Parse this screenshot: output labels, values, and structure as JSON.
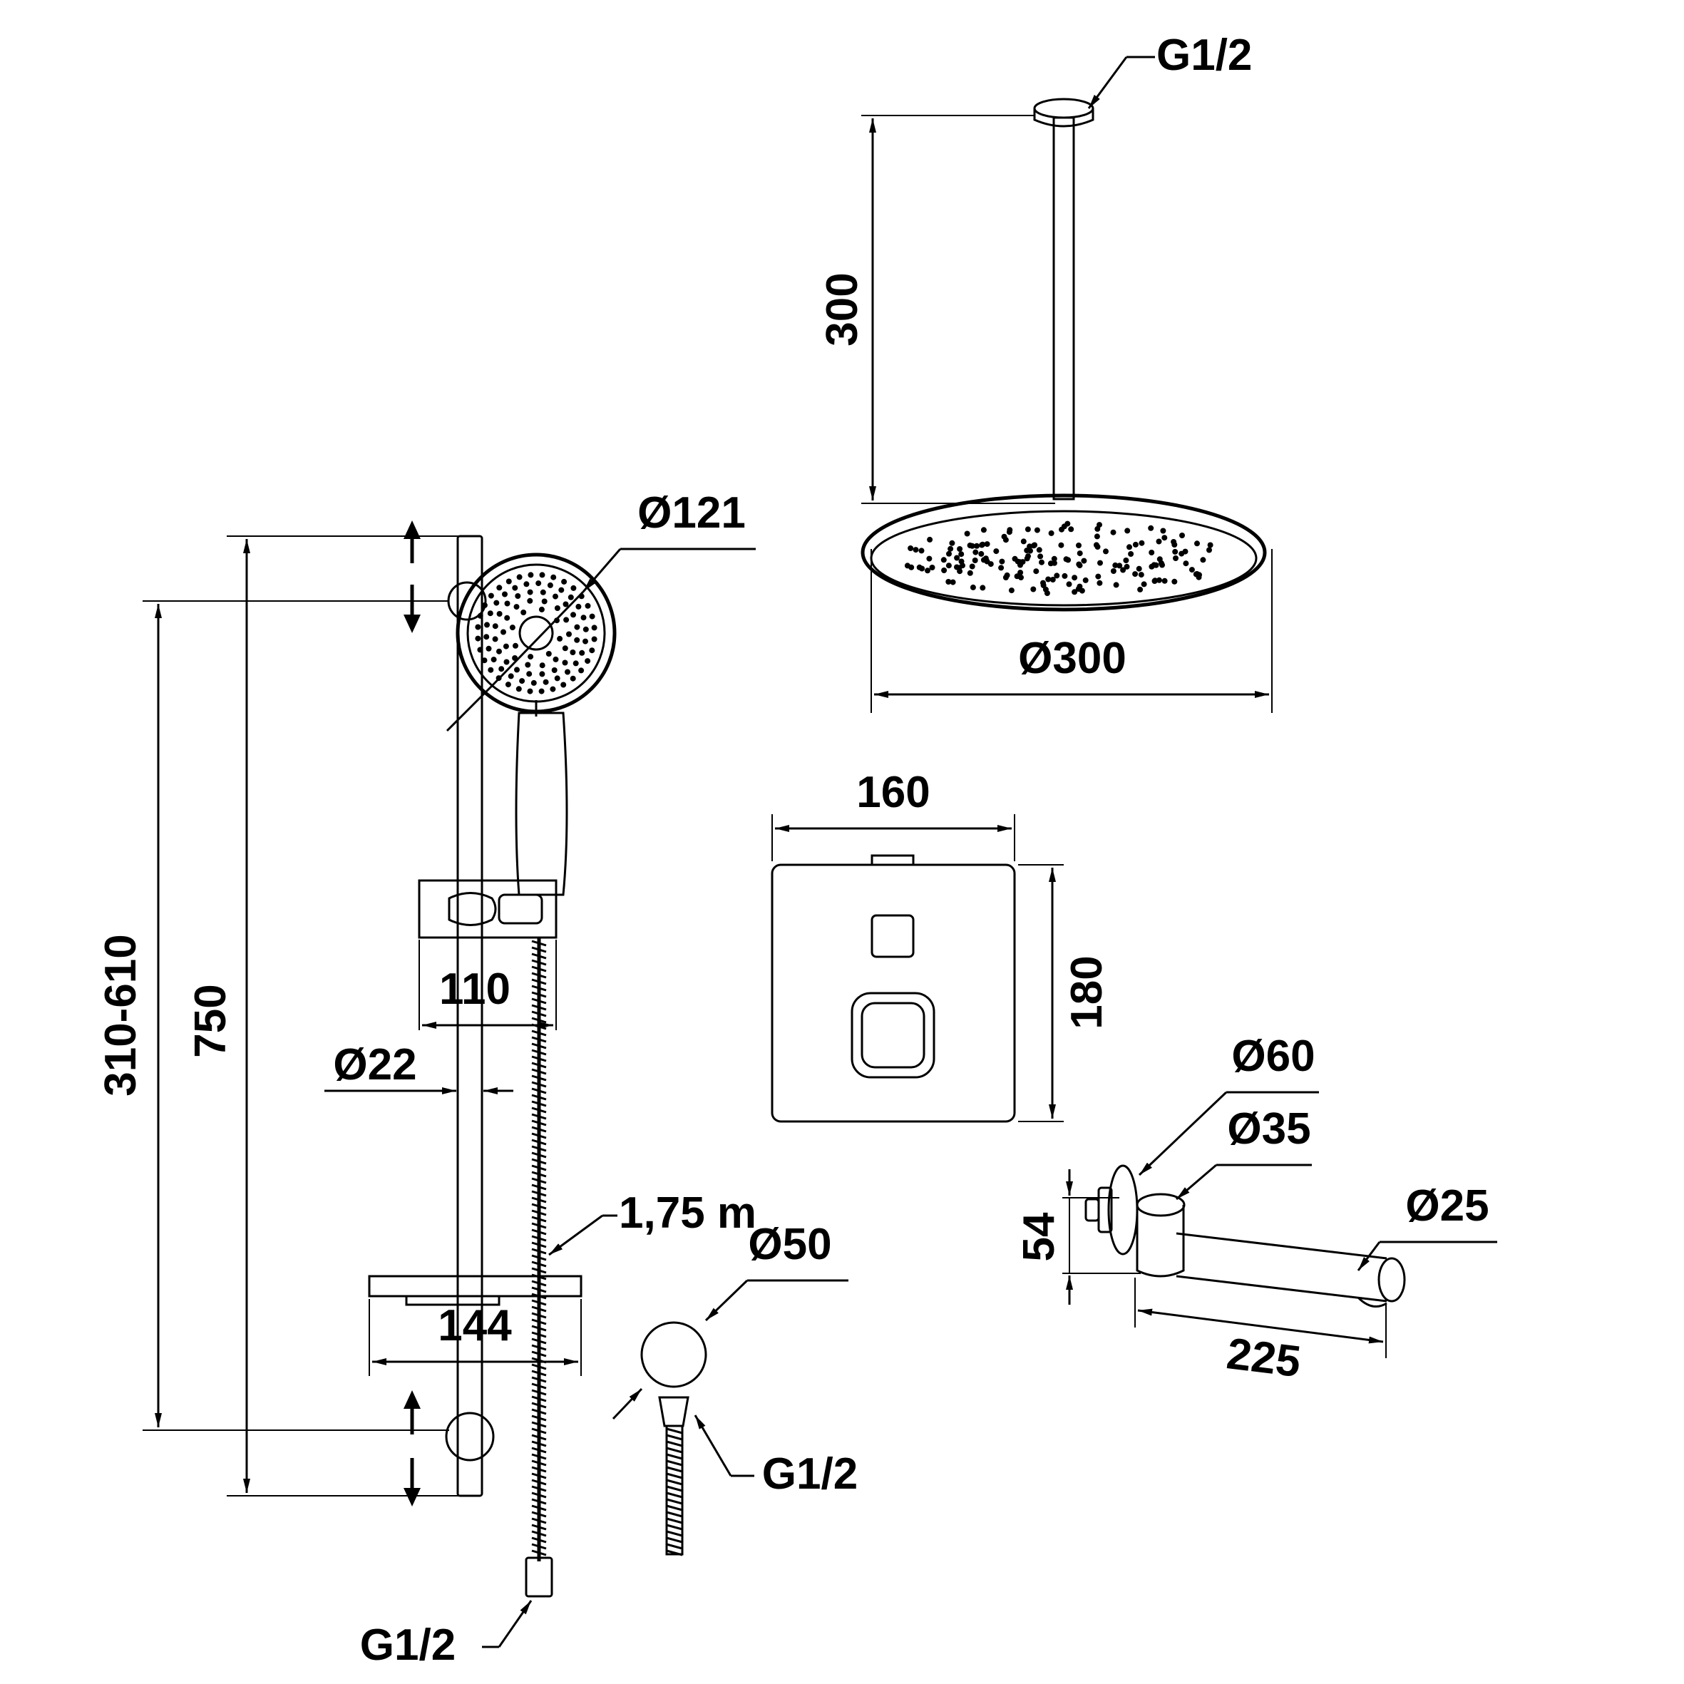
{
  "overhead_shower": {
    "inlet_thread": "G1/2",
    "arm_length": "300",
    "head_diameter": "Ø300"
  },
  "hand_shower": {
    "head_diameter": "Ø121"
  },
  "slide_rail": {
    "adjustable_distance": "310-610",
    "rail_length": "750",
    "holder_depth": "110",
    "rail_diameter": "Ø22",
    "shelf_width": "144",
    "hose_length": "1,75 m",
    "hose_thread": "G1/2"
  },
  "wall_outlet": {
    "diameter": "Ø50",
    "thread": "G1/2"
  },
  "thermostat_plate": {
    "width": "160",
    "height": "180"
  },
  "bath_spout": {
    "flange_diameter": "Ø60",
    "body_diameter": "Ø35",
    "spout_diameter": "Ø25",
    "height": "54",
    "length": "225"
  }
}
